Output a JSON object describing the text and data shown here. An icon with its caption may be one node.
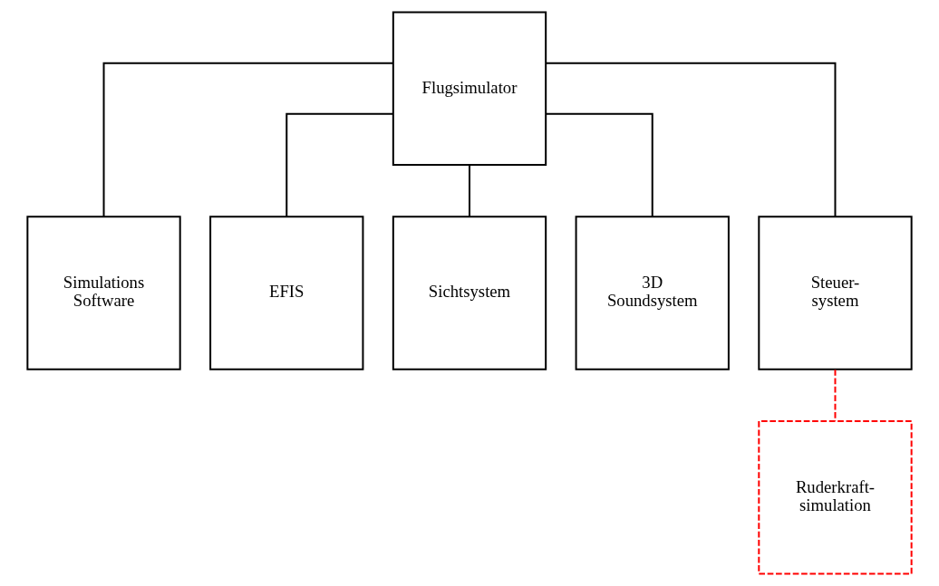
{
  "diagram": {
    "nodes": [
      {
        "text": [
          "Flugsimulator"
        ]
      },
      {
        "text": [
          "Simulations Software"
        ]
      },
      {
        "text": [
          "EFIS"
        ]
      },
      {
        "text": [
          "Sichtsystem"
        ]
      },
      {
        "text": [
          "3D Soundsystem"
        ]
      },
      {
        "text": [
          "Steuer- system"
        ]
      },
      {
        "text": [
          "Ruderkraft- simulation"
        ]
      }
    ],
    "edges": [
      {
        "from": 0,
        "to": 1,
        "arrow": "none"
      },
      {
        "from": 0,
        "to": 2,
        "arrow": "none"
      },
      {
        "from": 0,
        "to": 3,
        "arrow": "none"
      },
      {
        "from": 0,
        "to": 4,
        "arrow": "none"
      },
      {
        "from": 0,
        "to": 5,
        "arrow": "none"
      },
      {
        "from": 5,
        "to": 6,
        "arrow": "none",
        "style": "dashed",
        "color": "#ff0000"
      }
    ]
  }
}
